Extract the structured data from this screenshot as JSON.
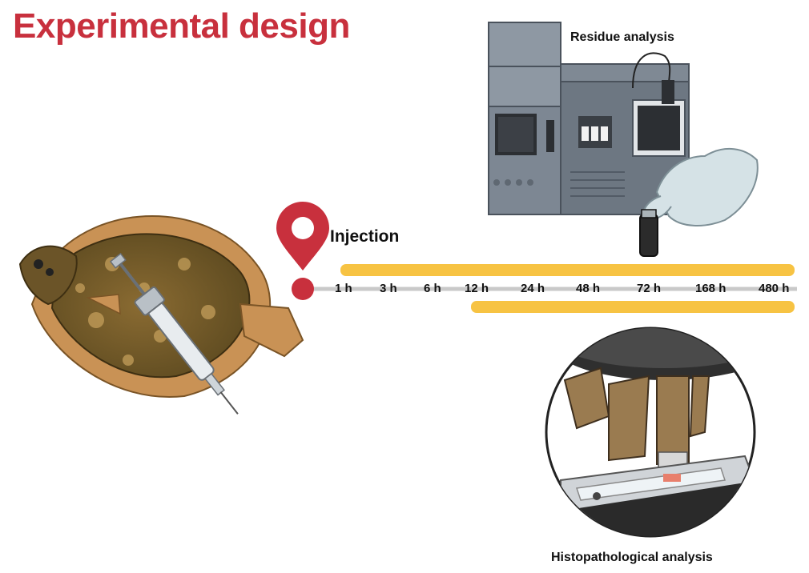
{
  "title": "Experimental design",
  "residue_label": "Residue analysis",
  "histo_label": "Histopathological analysis",
  "injection_label": "Injection",
  "timepoints": [
    "1 h",
    "3 h",
    "6 h",
    "12 h",
    "24 h",
    "48 h",
    "72 h",
    "168 h",
    "480 h"
  ],
  "colors": {
    "title": "#c8303d",
    "marker": "#c8303d",
    "highlight": "#f7c343",
    "timeline": "#c9c9c9"
  },
  "icons": [
    "fish-illustration",
    "syringe-icon",
    "map-pin-icon",
    "hplc-instrument",
    "gloved-hand-vial",
    "microscope-illustration"
  ]
}
